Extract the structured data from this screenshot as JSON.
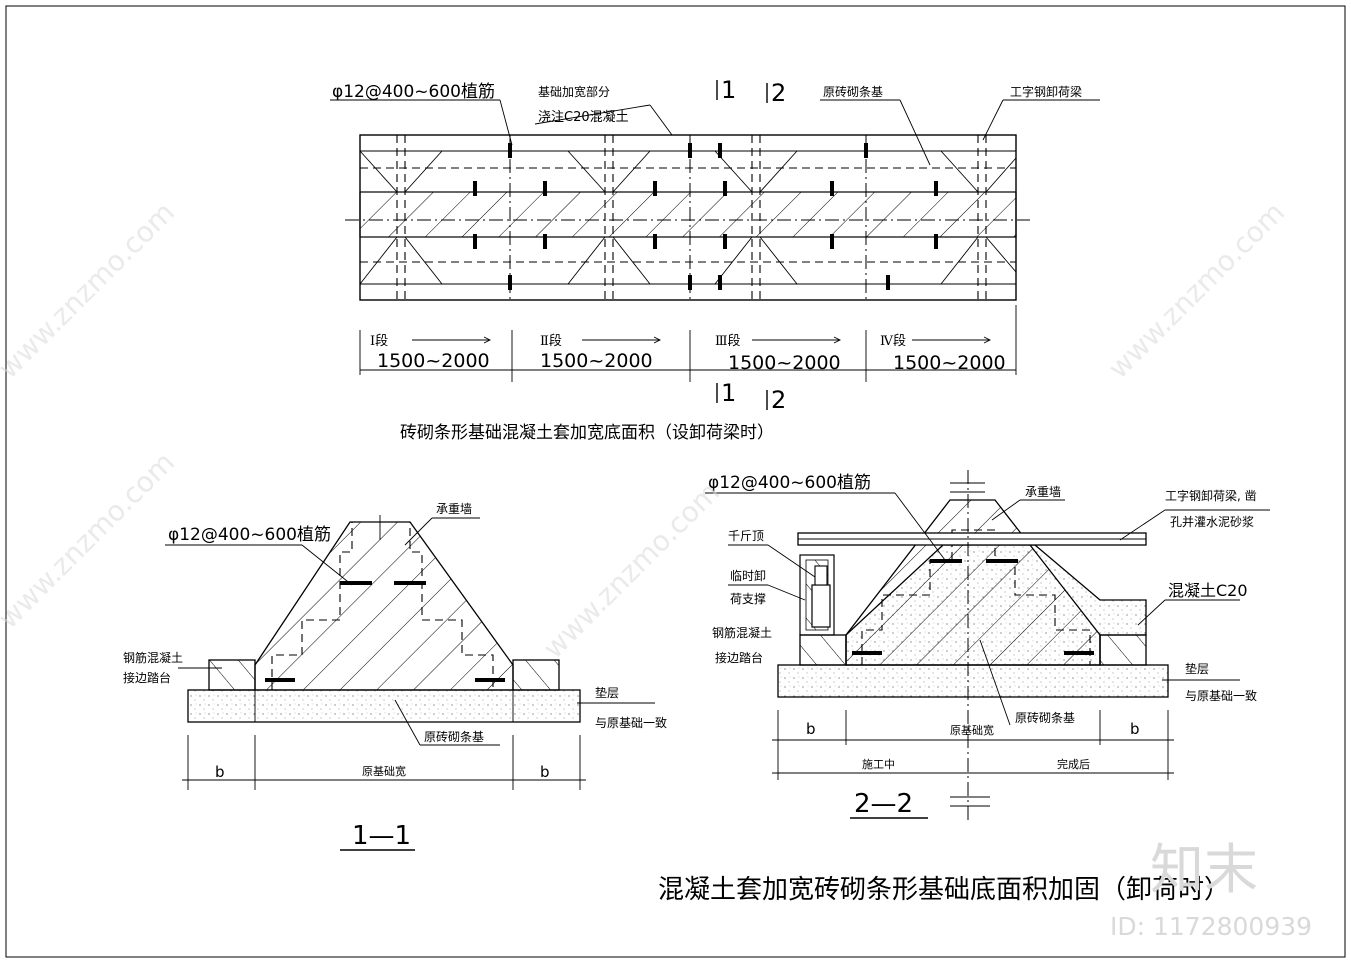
{
  "plan": {
    "label_rebar": "φ12@400~600植筋",
    "label_widen_1": "基础加宽部分",
    "label_widen_2": "浇注C20混凝土",
    "label_brick": "原砖砌条基",
    "label_steel": "工字钢卸荷梁",
    "section_1": "1",
    "section_2": "2",
    "seg_1": "Ⅰ段",
    "seg_2": "Ⅱ段",
    "seg_3": "Ⅲ段",
    "seg_4": "Ⅳ段",
    "dim_1": "1500~2000",
    "dim_2": "1500~2000",
    "dim_3": "1500~2000",
    "dim_4": "1500~2000",
    "caption": "砖砌条形基础混凝土套加宽底面积（设卸荷梁时）"
  },
  "sec11": {
    "label_rebar": "φ12@400~600植筋",
    "label_wall": "承重墙",
    "label_rc_1": "钢筋混凝土",
    "label_rc_2": "接边踏台",
    "label_cushion": "垫层",
    "label_same": "与原基础一致",
    "label_brick": "原砖砌条基",
    "dim_b_left": "b",
    "dim_mid": "原基础宽",
    "dim_b_right": "b",
    "title": "1—1"
  },
  "sec22": {
    "label_rebar": "φ12@400~600植筋",
    "label_wall": "承重墙",
    "label_steel_1": "工字钢卸荷梁, 凿",
    "label_steel_2": "孔并灌水泥砂浆",
    "label_jack": "千斤顶",
    "label_temp_1": "临时卸",
    "label_temp_2": "荷支撑",
    "label_rc_1": "钢筋混凝土",
    "label_rc_2": "接边踏台",
    "label_concrete": "混凝土C20",
    "label_cushion": "垫层",
    "label_same": "与原基础一致",
    "label_brick": "原砖砌条基",
    "dim_b_left": "b",
    "dim_mid": "原基础宽",
    "dim_b_right": "b",
    "dim_during": "施工中",
    "dim_after": "完成后",
    "title": "2—2"
  },
  "main_title": "混凝土套加宽砖砌条形基础底面积加固（卸荷时）",
  "watermark": {
    "logo": "知末",
    "site": "www.znzmo.com",
    "id": "ID: 1172800939"
  }
}
